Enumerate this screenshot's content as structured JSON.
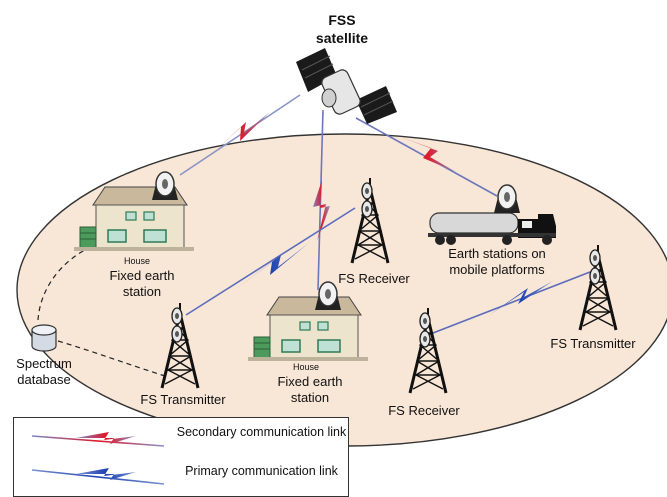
{
  "satellite": {
    "label": "FSS satellite"
  },
  "nodes": {
    "house_1": {
      "tag": "House",
      "label": "Fixed earth station"
    },
    "house_2": {
      "tag": "House",
      "label": "Fixed earth station"
    },
    "fs_receiver_top": {
      "label": "FS Receiver"
    },
    "fs_receiver_bottom": {
      "label": "FS Receiver"
    },
    "fs_transmitter_left": {
      "label": "FS Transmitter"
    },
    "fs_transmitter_right": {
      "label": "FS Transmitter"
    },
    "mobile_platform": {
      "label": "Earth stations on mobile platforms"
    },
    "spectrum_database": {
      "label": "Spectrum database"
    }
  },
  "legend": {
    "secondary": {
      "label": "Secondary communication link",
      "color": "#e02030"
    },
    "primary": {
      "label": "Primary communication link",
      "color": "#2a50b8"
    }
  },
  "colors": {
    "coverage_fill": "#f8e6d6",
    "coverage_stroke": "#333333"
  }
}
